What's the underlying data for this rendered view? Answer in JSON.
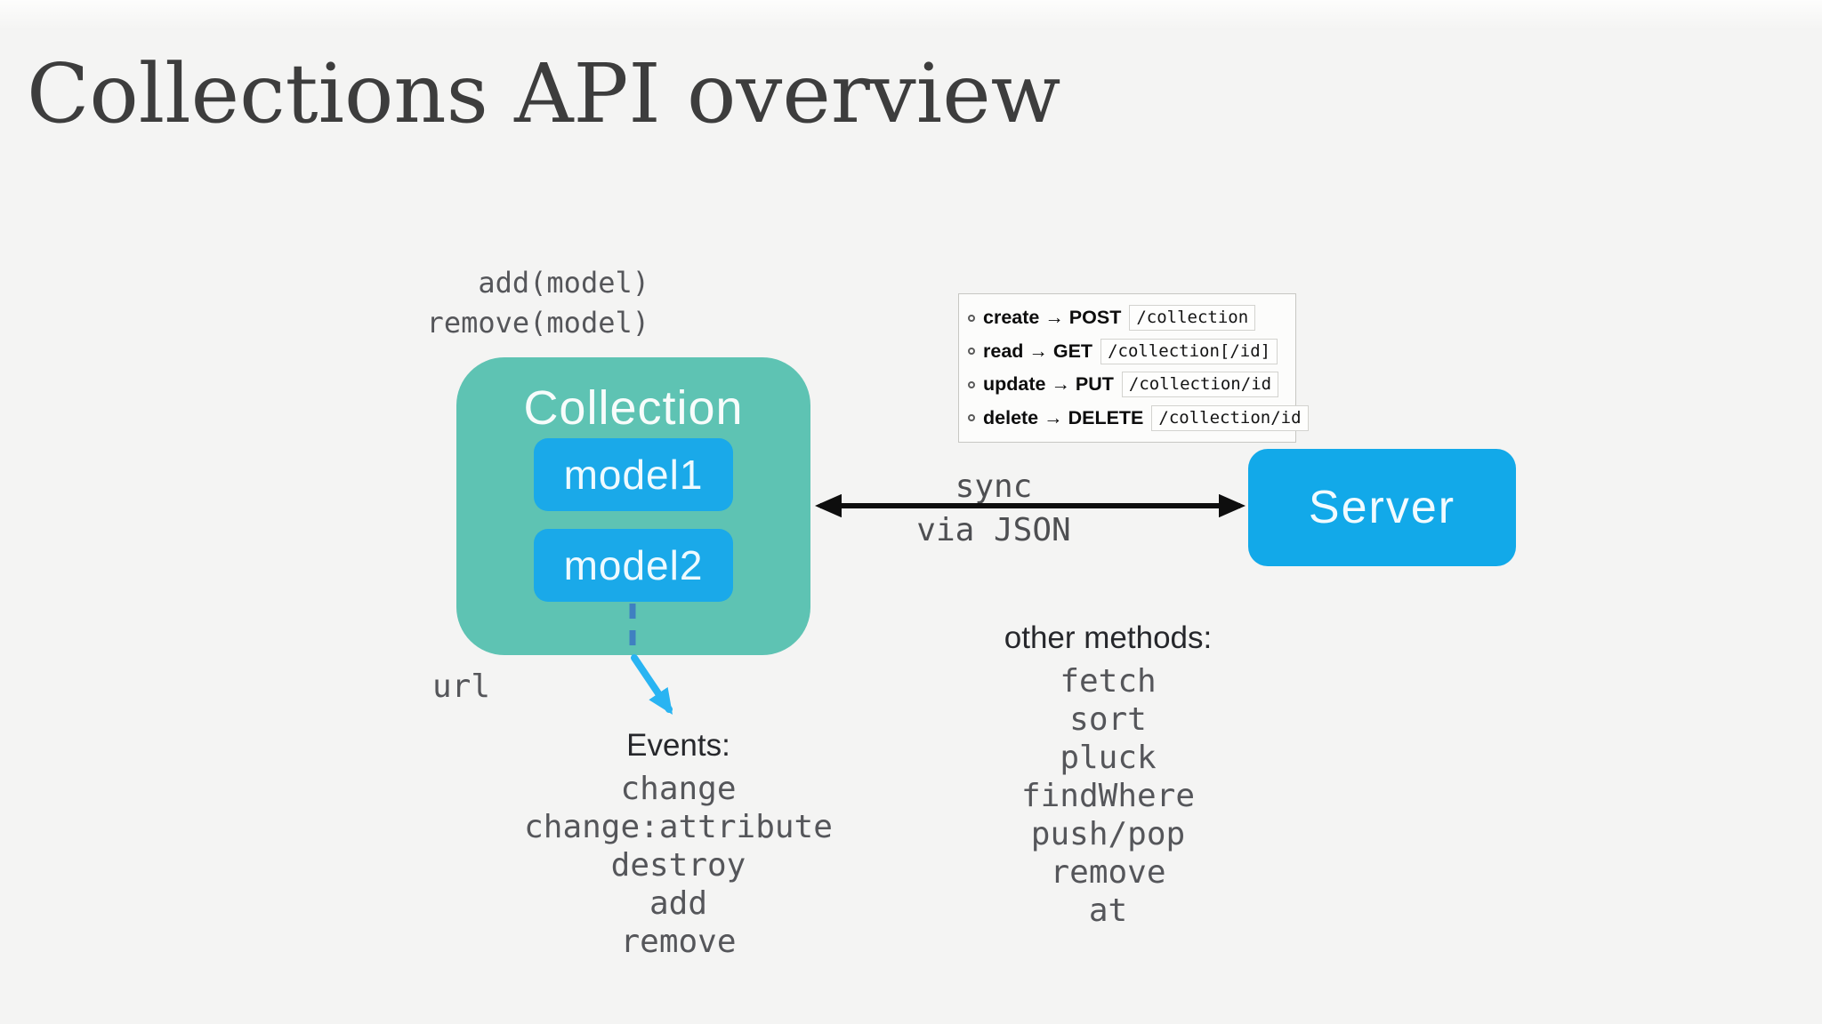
{
  "title": "Collections API overview",
  "collection": {
    "label": "Collection",
    "models": [
      "model1",
      "model2"
    ],
    "add_label": "add(model)",
    "remove_label": "remove(model)",
    "url_label": "url"
  },
  "sync": {
    "line1": "sync",
    "line2": "via JSON"
  },
  "server": {
    "label": "Server"
  },
  "rest_api": {
    "rows": [
      {
        "label": "create → POST",
        "path": "/collection"
      },
      {
        "label": "read → GET",
        "path": "/collection[/id]"
      },
      {
        "label": "update → PUT",
        "path": "/collection/id"
      },
      {
        "label": "delete → DELETE",
        "path": "/collection/id"
      }
    ]
  },
  "events": {
    "heading": "Events:",
    "items": [
      "change",
      "change:attribute",
      "destroy",
      "add",
      "remove"
    ]
  },
  "other_methods": {
    "heading": "other methods:",
    "items": [
      "fetch",
      "sort",
      "pluck",
      "findWhere",
      "push/pop",
      "remove",
      "at"
    ]
  },
  "colors": {
    "background": "#f4f4f3",
    "title_text": "#3d3d3d",
    "collection_teal": "#5ec3b3",
    "model_blue": "#1aa9e9",
    "server_blue": "#12a9e9",
    "sync_arrow_black": "#0e0e0e",
    "events_arrow_blue": "#29b4f2",
    "connector_dash_blue": "#3f80c1",
    "mono_text_gray": "#55565a",
    "heading_text_dark": "#26272b",
    "rest_panel_border": "#c7c7c3",
    "rest_chip_border": "#d3d3cf"
  }
}
